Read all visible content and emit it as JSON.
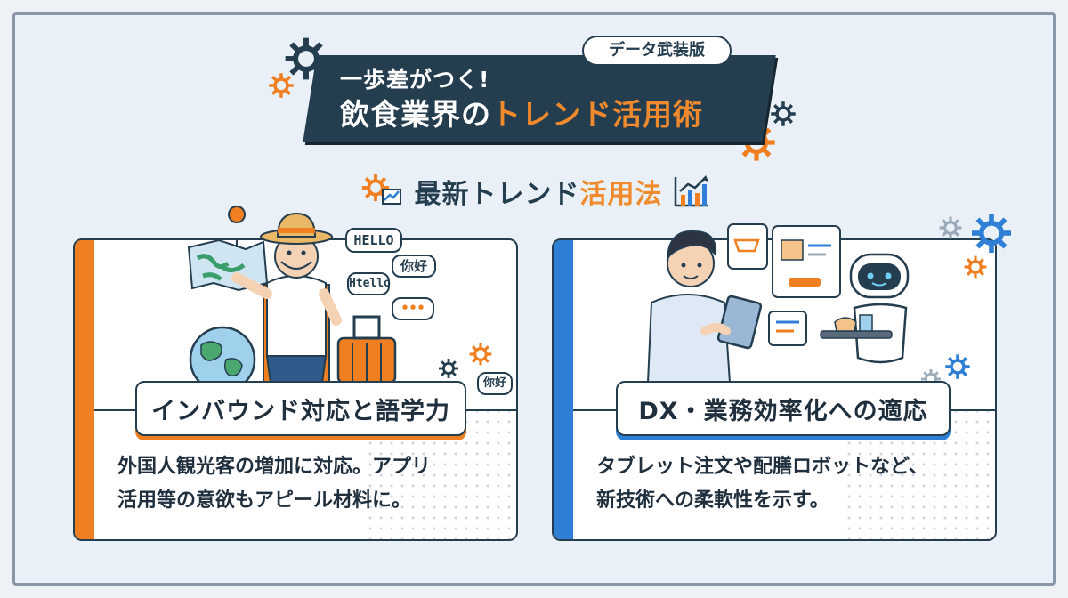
{
  "header": {
    "tag": "データ武装版",
    "title_line1": "一歩差がつく!",
    "title_line2_main": "飲食業界の",
    "title_line2_accent": "トレンド活用術"
  },
  "subtitle": {
    "main": "最新トレンド",
    "accent": "活用法"
  },
  "cards": [
    {
      "label": "インバウンド対応と語学力",
      "body_line1": "外国人観光客の増加に対応。アプリ",
      "body_line2": "活用等の意欲もアピール材料に。",
      "bubbles": [
        "HELLO",
        "你好",
        "Htello",
        "•••",
        "你好"
      ],
      "accent_color": "#f07f22"
    },
    {
      "label": "DX・業務効率化への適応",
      "body_line1": "タブレット注文や配膳ロボットなど、",
      "body_line2": "新技術への柔軟性を示す。",
      "accent_color": "#2f7fd6"
    }
  ],
  "colors": {
    "navy": "#243d4f",
    "orange": "#f08a2c",
    "blue": "#2f7fd6",
    "background": "#eaf0f7"
  },
  "icons": [
    "gear-icon",
    "chart-icon",
    "map-icon",
    "globe-icon",
    "suitcase-icon",
    "tablet-icon",
    "robot-icon"
  ]
}
